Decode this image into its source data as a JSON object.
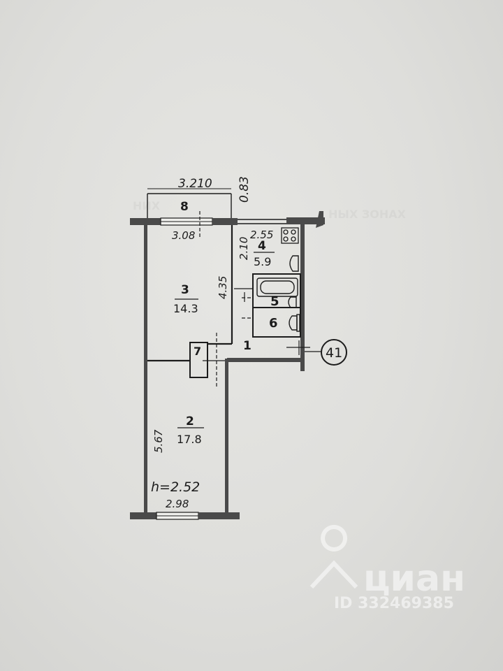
{
  "plan": {
    "overall_width": "3.210",
    "balcony_depth": "0.83",
    "building_axis": "41",
    "ceiling_height": "h=2.52",
    "rooms": [
      {
        "number": "1"
      },
      {
        "number": "2",
        "area": "17.8"
      },
      {
        "number": "3",
        "area": "14.3"
      },
      {
        "number": "4",
        "area": "5.9"
      },
      {
        "number": "5"
      },
      {
        "number": "6"
      },
      {
        "number": "7"
      },
      {
        "number": "8"
      }
    ],
    "dimensions": {
      "room3_width": "3.08",
      "room3_length": "4.35",
      "kitchen_width": "2.55",
      "kitchen_length": "2.10",
      "room2_length": "5.67",
      "room2_width": "2.98"
    }
  },
  "watermark": {
    "brand": "циан",
    "listing_id": "ID 332469385"
  },
  "colors": {
    "paper": "#dededb",
    "line": "#1c1c1c",
    "wall": "#4a4a4a"
  }
}
